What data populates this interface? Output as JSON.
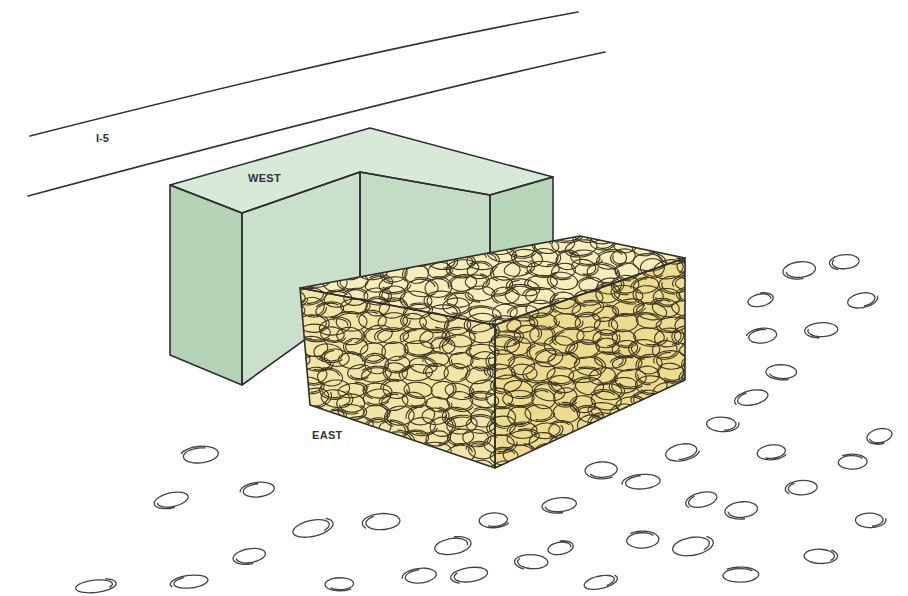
{
  "diagram": {
    "nodes": [
      {
        "text": [
          "WEST"
        ]
      },
      {
        "text": [
          "EAST"
        ]
      }
    ],
    "labels": [
      "I-5"
    ]
  }
}
